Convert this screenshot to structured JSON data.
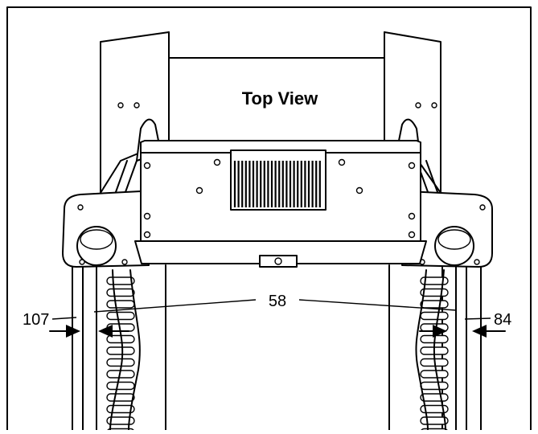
{
  "diagram": {
    "view_label": "Top View",
    "callouts": {
      "left": "107",
      "center": "58",
      "right": "84"
    }
  }
}
